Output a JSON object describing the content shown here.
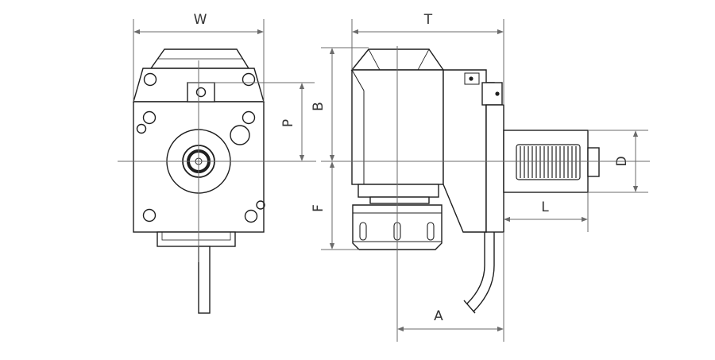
{
  "colors": {
    "outline": "#1f1f1f",
    "dimension": "#6b6b6b",
    "label": "#333333",
    "background": "#ffffff"
  },
  "labels": {
    "width": "W",
    "total_length": "T",
    "pitch": "P",
    "upper_height": "B",
    "lower_height": "F",
    "diameter": "D",
    "shank_length": "L",
    "offset": "A"
  }
}
